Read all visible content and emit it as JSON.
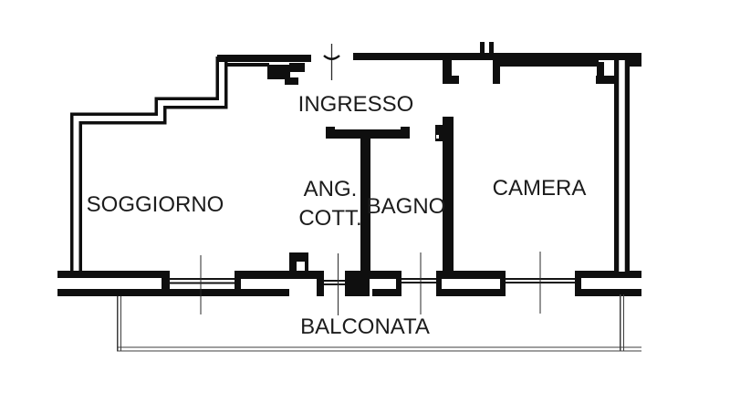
{
  "plan": {
    "type": "apartment-floor-plan",
    "rooms": [
      {
        "key": "soggiorno",
        "label": "SOGGIORNO"
      },
      {
        "key": "ingresso",
        "label": "INGRESSO"
      },
      {
        "key": "ang_cott",
        "label_line1": "ANG.",
        "label_line2": "COTT."
      },
      {
        "key": "bagno",
        "label": "BAGNO"
      },
      {
        "key": "camera",
        "label": "CAMERA"
      },
      {
        "key": "balconata",
        "label": "BALCONATA"
      }
    ],
    "colors": {
      "wall": "#0f0f0f",
      "background": "#ffffff",
      "thin_line": "#3d3d3d",
      "axis_line": "#2a2a2a"
    }
  }
}
